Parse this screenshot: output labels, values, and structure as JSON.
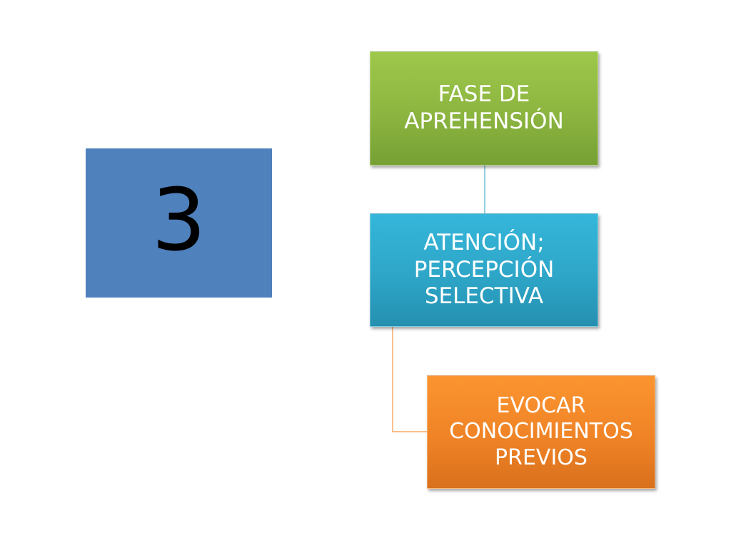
{
  "number_box": {
    "label": "3",
    "color": "#4f81bd"
  },
  "nodes": [
    {
      "label": "FASE DE APREHENSIÓN",
      "color": "#8cb540"
    },
    {
      "label": "ATENCIÓN; PERCEPCIÓN SELECTIVA",
      "color": "#2ea6c8"
    },
    {
      "label": "EVOCAR CONOCIMIENTOS PREVIOS",
      "color": "#ef8326"
    }
  ],
  "connector_colors": {
    "green_to_blue": "#4bacc6",
    "blue_to_orange": "#f79646"
  }
}
